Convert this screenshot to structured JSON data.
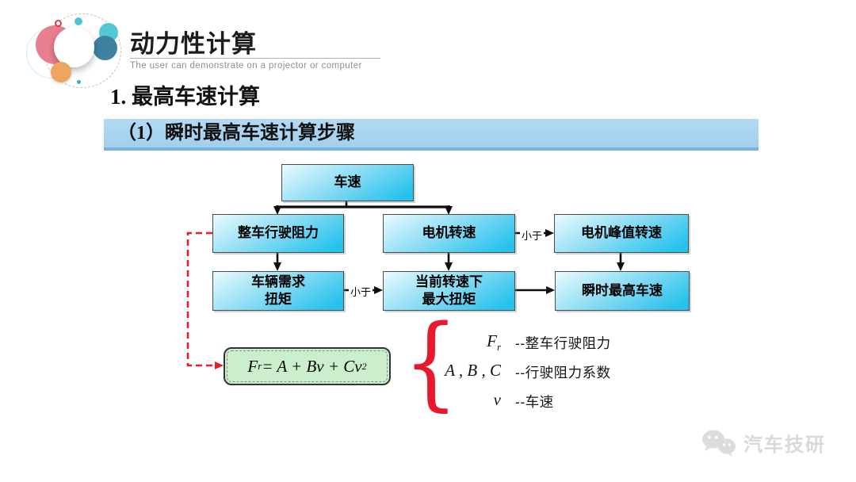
{
  "header": {
    "title": "动力性计算",
    "subtitle": "The user can demonstrate on a projector or computer"
  },
  "section_heading": "1. 最高车速计算",
  "banner_text": "（1）瞬时最高车速计算步骤",
  "flowchart": {
    "nodes": {
      "speed": "车速",
      "resistance": "整车行驶阻力",
      "motor_speed": "电机转速",
      "motor_peak_speed": "电机峰值转速",
      "required_torque": "车辆需求\n扭矩",
      "current_max_torque": "当前转速下\n最大扭矩",
      "instant_max_speed": "瞬时最高车速"
    },
    "edge_labels": {
      "lt1": "小于",
      "lt2": "小于"
    }
  },
  "formula": {
    "lhs": "F",
    "lhs_sub": "r",
    "rhs": " = A + Bv + Cv",
    "rhs_sup": "2"
  },
  "brace": "{",
  "legend": {
    "rows": [
      {
        "sym": "F",
        "sym_sub": "r",
        "desc": "--整车行驶阻力"
      },
      {
        "sym": "A , B , C",
        "sym_sub": "",
        "desc": "--行驶阻力系数"
      },
      {
        "sym": "v",
        "sym_sub": "",
        "desc": "--车速"
      }
    ]
  },
  "footer": {
    "brand": "汽车技研"
  },
  "colors": {
    "banner_bg": "#a6d2f0",
    "banner_border": "#79b3e0",
    "node_fill": "#25c2ec",
    "formula_bg": "#cbefcd",
    "accent_red": "#e8192c"
  }
}
